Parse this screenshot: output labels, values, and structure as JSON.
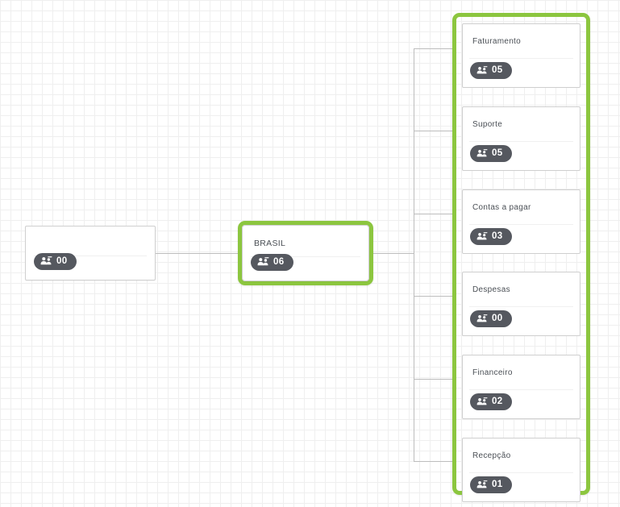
{
  "canvas": {
    "grid_color": "#efefef",
    "background_color": "#ffffff",
    "connector_color": "#bdbdbd",
    "highlight_color": "#8cc63f",
    "badge_color": "#55585f"
  },
  "icons": {
    "users_icon": "users-group-icon"
  },
  "nodes": {
    "left": {
      "title": "",
      "count": "00"
    },
    "brasil": {
      "title": "BRASIL",
      "count": "06",
      "highlighted": true
    }
  },
  "children": [
    {
      "title": "Faturamento",
      "count": "05"
    },
    {
      "title": "Suporte",
      "count": "05"
    },
    {
      "title": "Contas a pagar",
      "count": "03"
    },
    {
      "title": "Despesas",
      "count": "00"
    },
    {
      "title": "Financeiro",
      "count": "02"
    },
    {
      "title": "Recepção",
      "count": "01"
    }
  ]
}
